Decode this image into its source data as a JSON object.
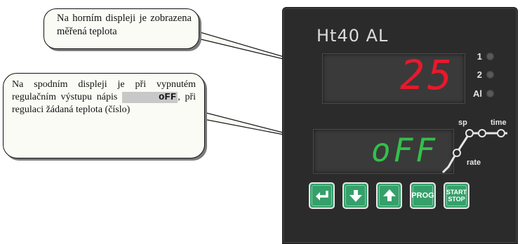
{
  "callouts": {
    "top_text": "Na horním displeji je zobrazena měřená teplota",
    "bottom_line1": "Na spodním displeji je při vypnutém regulačním výstupu nápis",
    "bottom_code": "oFF",
    "bottom_line2": ", při regulaci žádaná teplota (číslo)"
  },
  "device": {
    "brand": "Ht40 AL",
    "top_display_value": "25",
    "bottom_display_value": "oFF",
    "leds": [
      {
        "label": "1"
      },
      {
        "label": "2"
      },
      {
        "label": "Al"
      }
    ],
    "profile_labels": {
      "sp": "sp",
      "time": "time",
      "rate": "rate"
    },
    "buttons": {
      "prog_label": "PROG",
      "start_label": "START",
      "stop_label": "STOP"
    },
    "colors": {
      "panel": "#2b2b2b",
      "top_digits": "#e8192c",
      "bottom_digits": "#33c04a",
      "buttons": "#35a06a"
    }
  }
}
